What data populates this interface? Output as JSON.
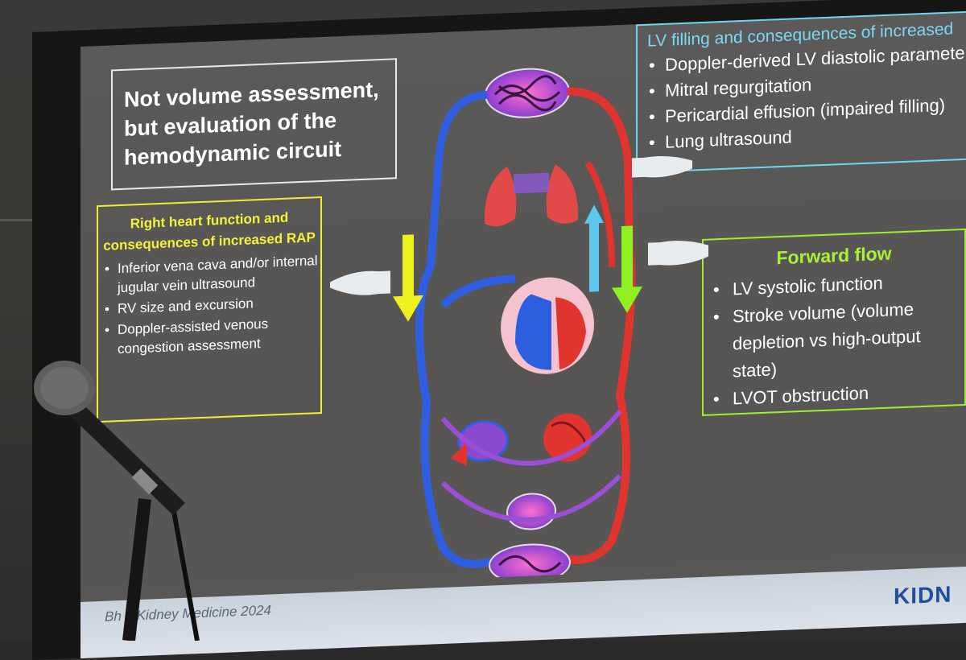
{
  "title_box": {
    "lines": [
      "Not volume assessment,",
      "but evaluation of the",
      "hemodynamic circuit"
    ]
  },
  "right_heart_box": {
    "header": "Right heart function and consequences of increased RAP",
    "items": [
      "Inferior vena cava and/or internal jugular vein ultrasound",
      "RV size and excursion",
      "Doppler-assisted venous congestion assessment"
    ]
  },
  "lv_filling_box": {
    "header": "LV filling and consequences of increased",
    "items": [
      "Doppler-derived LV diastolic paramete",
      "Mitral regurgitation",
      "Pericardial effusion (impaired filling)",
      "Lung ultrasound"
    ]
  },
  "forward_flow_box": {
    "header": "Forward flow",
    "items": [
      "LV systolic function",
      "Stroke volume (volume depletion vs high-output state)",
      "LVOT obstruction"
    ]
  },
  "footer": {
    "citation": "Bh   n Kidney Medicine 2024",
    "logo": "KIDN"
  },
  "colors": {
    "yellow": "#f2ef31",
    "cyan": "#6fd6f2",
    "green": "#9ef02b",
    "venous_blue": "#2f5fe0",
    "arterial_red": "#e2342f"
  }
}
